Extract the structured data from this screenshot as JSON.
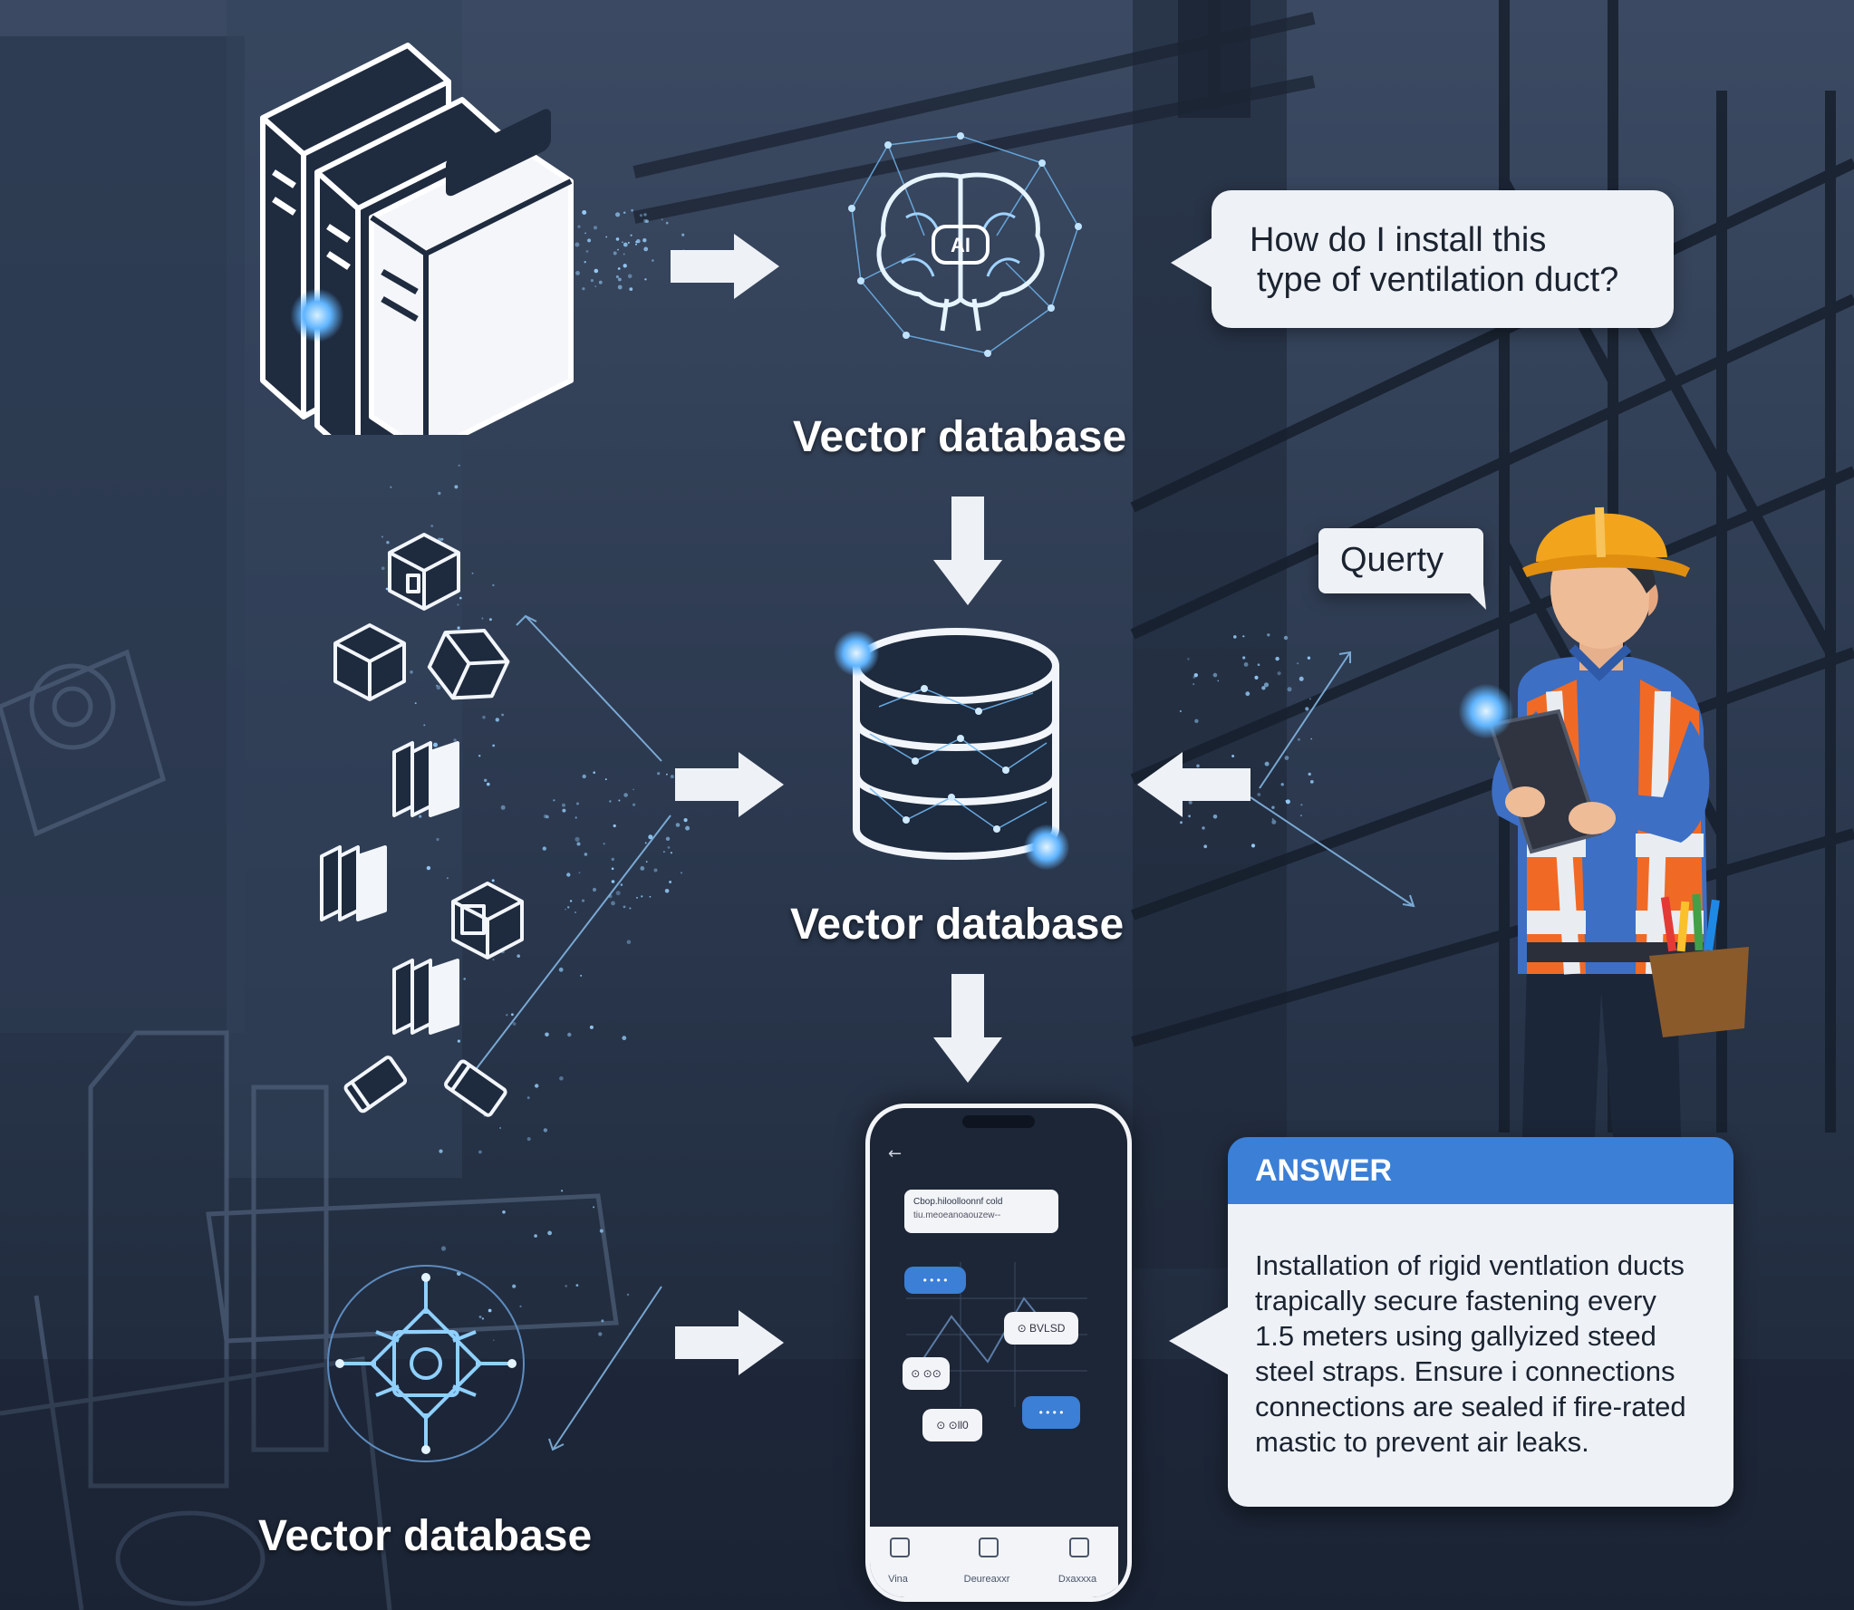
{
  "labels": {
    "top_center": "Vector database",
    "mid_center": "Vector database",
    "bottom_left": "Vector database"
  },
  "question_bubble": {
    "text_line1": "How do I install this",
    "text_line2": "type of ventilation duct?"
  },
  "query_bubble": {
    "text": "Querty"
  },
  "answer": {
    "heading": "ANSWER",
    "body": "Installation of rigid ventlation ducts\ntrapically secure fastening every\n1.5 meters using gallyized steed\nsteel straps. Ensure i connections\nconnections are sealed if fire-rated\nmastic to prevent air leaks."
  },
  "phone": {
    "top_message_line1": "Cbop.hiloolloonnf cold",
    "top_message_line2": "tiu.meoeanoaouzew--",
    "chat_1": "• • • •",
    "chat_2": "⊙ BVLSD",
    "chat_3": "⊙ ⊙⊙",
    "chat_4": "⊙ ⊙ll0",
    "chat_5": "• • • •",
    "nav": [
      "Vina",
      "Deureaxxr",
      "Dxaxxxa"
    ]
  },
  "icons": {
    "books": "books-icon",
    "brain": "ai-brain-icon",
    "database": "database-cylinder-icon",
    "chip": "ai-chip-icon",
    "worker": "construction-worker",
    "phone": "smartphone"
  },
  "colors": {
    "background": "#243247",
    "answer_header": "#3b7fd6",
    "bubble": "#eef1f5",
    "glow": "#5fb4ff",
    "hardhat": "#f2a51c",
    "vest": "#f06a26"
  }
}
